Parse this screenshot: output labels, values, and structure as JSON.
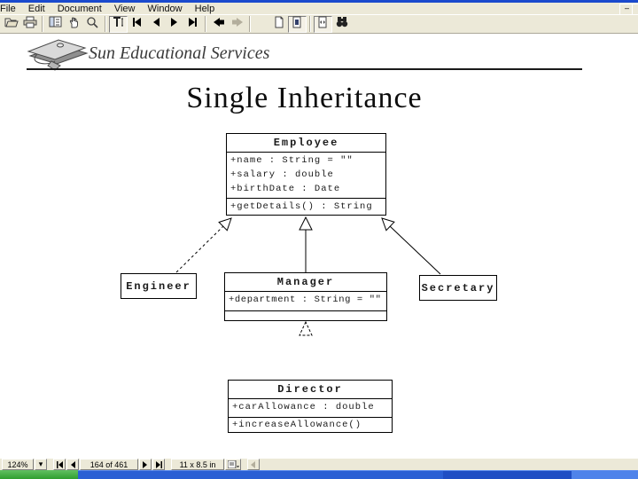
{
  "window": {
    "menu_items": [
      "File",
      "Edit",
      "Document",
      "View",
      "Window",
      "Help"
    ],
    "minimize_glyph": "–"
  },
  "toolbar": {
    "icons": [
      "open-folder",
      "print",
      "navigation-pane",
      "hand-tool",
      "zoom-tool",
      "text-select-tool",
      "first-page",
      "prev-page",
      "next-page",
      "last-page",
      "previous-view",
      "next-view",
      "actual-size",
      "fit-in-window",
      "fit-width",
      "find"
    ]
  },
  "header": {
    "brand": "Sun Educational Services"
  },
  "slide": {
    "title": "Single Inheritance"
  },
  "diagram": {
    "classes": [
      {
        "name": "Employee",
        "attributes": [
          "+name : String = \"\"",
          "+salary : double",
          "+birthDate : Date"
        ],
        "methods": [
          "+getDetails() : String"
        ]
      },
      {
        "name": "Engineer",
        "attributes": [],
        "methods": []
      },
      {
        "name": "Manager",
        "attributes": [
          "+department : String = \"\""
        ],
        "methods": []
      },
      {
        "name": "Secretary",
        "attributes": [],
        "methods": []
      },
      {
        "name": "Director",
        "attributes": [
          "+carAllowance : double"
        ],
        "methods": [
          "+increaseAllowance()"
        ]
      }
    ],
    "relationships": [
      {
        "from": "Engineer",
        "to": "Employee",
        "type": "generalization",
        "style": "dashed"
      },
      {
        "from": "Manager",
        "to": "Employee",
        "type": "generalization",
        "style": "solid"
      },
      {
        "from": "Secretary",
        "to": "Employee",
        "type": "generalization",
        "style": "solid"
      },
      {
        "from": "Director",
        "to": "Manager",
        "type": "generalization",
        "style": "solid"
      }
    ]
  },
  "statusbar": {
    "zoom_value": "124%",
    "dropdown_glyph": "▾",
    "page_indicator": "164 of 461",
    "page_size": "11 x 8.5 in"
  },
  "colors": {
    "chrome": "#ece9d8",
    "titlebar": "#1b4acd",
    "taskbar_blue": "#2a5fd4",
    "taskbar_blue_dark": "#1f4ec4",
    "taskbar_blue_light": "#4f83ea",
    "start_green": "#2f9e2f"
  }
}
